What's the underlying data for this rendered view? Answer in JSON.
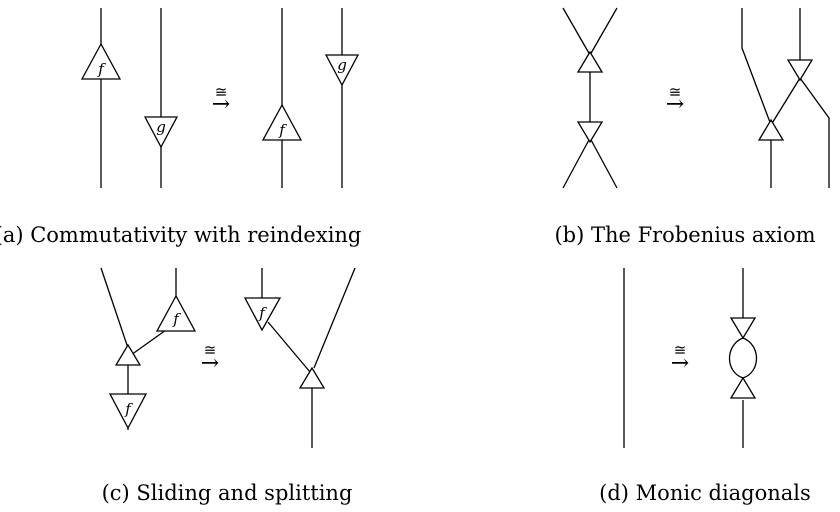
{
  "panels": {
    "a": {
      "caption": "(a) Commutativity with reindexing",
      "box_f": "f",
      "box_g": "g",
      "iso": "≅",
      "arrow": "→"
    },
    "b": {
      "caption": "(b) The Frobenius axiom",
      "iso": "≅",
      "arrow": "→"
    },
    "c": {
      "caption": "(c) Sliding and splitting",
      "box_f": "f",
      "iso": "≅",
      "arrow": "→"
    },
    "d": {
      "caption": "(d) Monic diagonals",
      "iso": "≅",
      "arrow": "→"
    }
  }
}
